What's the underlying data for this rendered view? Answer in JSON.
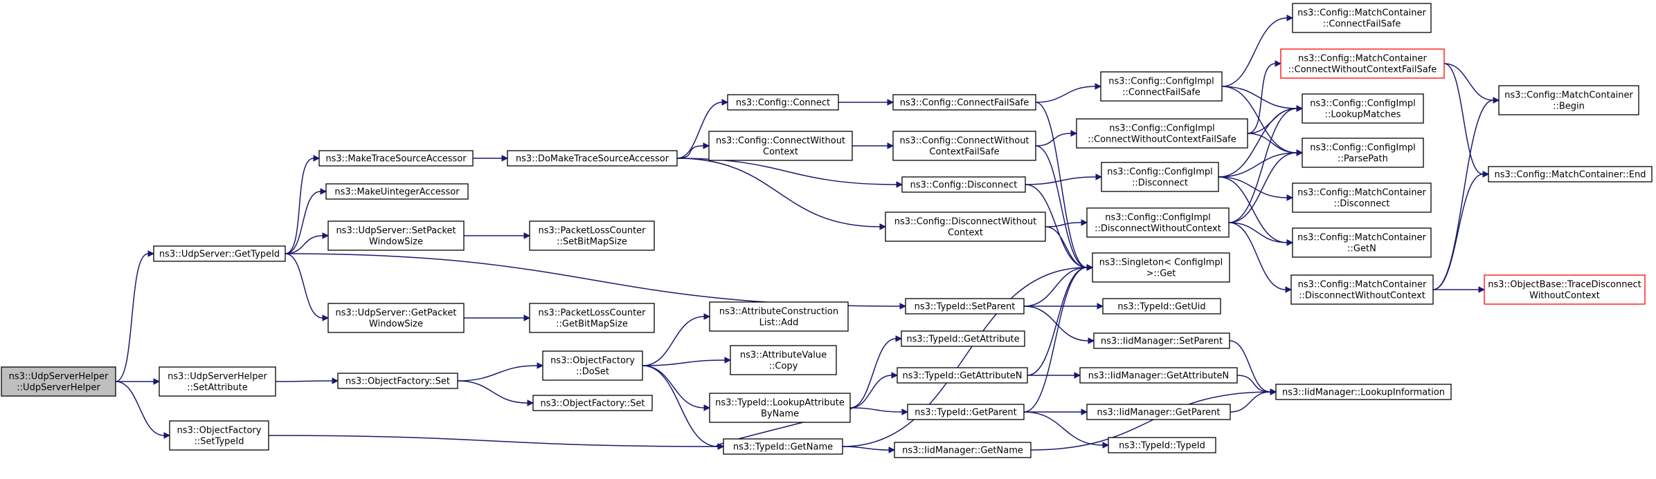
{
  "graph": {
    "edge_color": "#191970",
    "root_fill": "#bfbfbf",
    "highlight_stroke": "#ff0000",
    "nodes": [
      {
        "id": "root",
        "lines": [
          "ns3::UdpServerHelper",
          "::UdpServerHelper"
        ],
        "style": "root"
      },
      {
        "id": "getTypeId",
        "lines": [
          "ns3::UdpServer::GetTypeId"
        ]
      },
      {
        "id": "helperSetAttr",
        "lines": [
          "ns3::UdpServerHelper",
          "::SetAttribute"
        ]
      },
      {
        "id": "ofSetTypeId",
        "lines": [
          "ns3::ObjectFactory",
          "::SetTypeId"
        ]
      },
      {
        "id": "mkTSA",
        "lines": [
          "ns3::MakeTraceSourceAccessor"
        ]
      },
      {
        "id": "mkUint",
        "lines": [
          "ns3::MakeUintegerAccessor"
        ]
      },
      {
        "id": "setPktWin",
        "lines": [
          "ns3::UdpServer::SetPacket",
          "WindowSize"
        ]
      },
      {
        "id": "getPktWin",
        "lines": [
          "ns3::UdpServer::GetPacket",
          "WindowSize"
        ]
      },
      {
        "id": "ofSet1",
        "lines": [
          "ns3::ObjectFactory::Set"
        ]
      },
      {
        "id": "doMkTSA",
        "lines": [
          "ns3::DoMakeTraceSourceAccessor"
        ]
      },
      {
        "id": "plcSet",
        "lines": [
          "ns3::PacketLossCounter",
          "::SetBitMapSize"
        ]
      },
      {
        "id": "plcGet",
        "lines": [
          "ns3::PacketLossCounter",
          "::GetBitMapSize"
        ]
      },
      {
        "id": "ofDoSet",
        "lines": [
          "ns3::ObjectFactory",
          "::DoSet"
        ]
      },
      {
        "id": "ofSet2",
        "lines": [
          "ns3::ObjectFactory::Set"
        ]
      },
      {
        "id": "cfgConnect",
        "lines": [
          "ns3::Config::Connect"
        ]
      },
      {
        "id": "cfgConnectWO",
        "lines": [
          "ns3::Config::ConnectWithout",
          "Context"
        ]
      },
      {
        "id": "acListAdd",
        "lines": [
          "ns3::AttributeConstruction",
          "List::Add"
        ]
      },
      {
        "id": "avCopy",
        "lines": [
          "ns3::AttributeValue",
          "::Copy"
        ]
      },
      {
        "id": "lookupAttr",
        "lines": [
          "ns3::TypeId::LookupAttribute",
          "ByName"
        ]
      },
      {
        "id": "tidGetName",
        "lines": [
          "ns3::TypeId::GetName"
        ]
      },
      {
        "id": "cfgConnectFS",
        "lines": [
          "ns3::Config::ConnectFailSafe"
        ]
      },
      {
        "id": "cfgConnectWOFS",
        "lines": [
          "ns3::Config::ConnectWithout",
          "ContextFailSafe"
        ]
      },
      {
        "id": "cfgDisconnect",
        "lines": [
          "ns3::Config::Disconnect"
        ]
      },
      {
        "id": "cfgDisconnectWO",
        "lines": [
          "ns3::Config::DisconnectWithout",
          "Context"
        ]
      },
      {
        "id": "tidSetParent",
        "lines": [
          "ns3::TypeId::SetParent"
        ]
      },
      {
        "id": "tidGetAttr",
        "lines": [
          "ns3::TypeId::GetAttribute"
        ]
      },
      {
        "id": "tidGetAttrN",
        "lines": [
          "ns3::TypeId::GetAttributeN"
        ]
      },
      {
        "id": "tidGetParent",
        "lines": [
          "ns3::TypeId::GetParent"
        ]
      },
      {
        "id": "iidGetName",
        "lines": [
          "ns3::IidManager::GetName"
        ]
      },
      {
        "id": "ciConnectFS",
        "lines": [
          "ns3::Config::ConfigImpl",
          "::ConnectFailSafe"
        ]
      },
      {
        "id": "ciConnectWOFS",
        "lines": [
          "ns3::Config::ConfigImpl",
          "::ConnectWithoutContextFailSafe"
        ]
      },
      {
        "id": "ciDisconnect",
        "lines": [
          "ns3::Config::ConfigImpl",
          "::Disconnect"
        ]
      },
      {
        "id": "ciDisconnectWO",
        "lines": [
          "ns3::Config::ConfigImpl",
          "::DisconnectWithoutContext"
        ]
      },
      {
        "id": "singletonGet",
        "lines": [
          "ns3::Singleton< ConfigImpl",
          " >::Get"
        ]
      },
      {
        "id": "tidGetUid",
        "lines": [
          "ns3::TypeId::GetUid"
        ]
      },
      {
        "id": "iidSetParent",
        "lines": [
          "ns3::IidManager::SetParent"
        ]
      },
      {
        "id": "iidGetAttrN",
        "lines": [
          "ns3::IidManager::GetAttributeN"
        ]
      },
      {
        "id": "iidGetParent",
        "lines": [
          "ns3::IidManager::GetParent"
        ]
      },
      {
        "id": "tidTypeId",
        "lines": [
          "ns3::TypeId::TypeId"
        ]
      },
      {
        "id": "mcConnectFS",
        "lines": [
          "ns3::Config::MatchContainer",
          "::ConnectFailSafe"
        ]
      },
      {
        "id": "mcConnectWOFS",
        "lines": [
          "ns3::Config::MatchContainer",
          "::ConnectWithoutContextFailSafe"
        ],
        "style": "red"
      },
      {
        "id": "ciLookup",
        "lines": [
          "ns3::Config::ConfigImpl",
          "::LookupMatches"
        ]
      },
      {
        "id": "ciParsePath",
        "lines": [
          "ns3::Config::ConfigImpl",
          "::ParsePath"
        ]
      },
      {
        "id": "mcDisconnect",
        "lines": [
          "ns3::Config::MatchContainer",
          "::Disconnect"
        ]
      },
      {
        "id": "mcGetN",
        "lines": [
          "ns3::Config::MatchContainer",
          "::GetN"
        ]
      },
      {
        "id": "mcDisconnectWO",
        "lines": [
          "ns3::Config::MatchContainer",
          "::DisconnectWithoutContext"
        ]
      },
      {
        "id": "iidLookupInfo",
        "lines": [
          "ns3::IidManager::LookupInformation"
        ]
      },
      {
        "id": "mcBegin",
        "lines": [
          "ns3::Config::MatchContainer",
          "::Begin"
        ]
      },
      {
        "id": "mcEnd",
        "lines": [
          "ns3::Config::MatchContainer::End"
        ]
      },
      {
        "id": "obTraceDisconnect",
        "lines": [
          "ns3::ObjectBase::TraceDisconnect",
          "WithoutContext"
        ],
        "style": "red"
      }
    ],
    "edges": [
      [
        "root",
        "getTypeId"
      ],
      [
        "root",
        "helperSetAttr"
      ],
      [
        "root",
        "ofSetTypeId"
      ],
      [
        "getTypeId",
        "mkTSA"
      ],
      [
        "getTypeId",
        "mkUint"
      ],
      [
        "getTypeId",
        "setPktWin"
      ],
      [
        "getTypeId",
        "getPktWin"
      ],
      [
        "getTypeId",
        "tidSetParent"
      ],
      [
        "helperSetAttr",
        "ofSet1"
      ],
      [
        "ofSetTypeId",
        "tidGetName"
      ],
      [
        "mkTSA",
        "doMkTSA"
      ],
      [
        "setPktWin",
        "plcSet"
      ],
      [
        "getPktWin",
        "plcGet"
      ],
      [
        "ofSet1",
        "ofDoSet"
      ],
      [
        "ofSet1",
        "ofSet2"
      ],
      [
        "doMkTSA",
        "cfgConnect"
      ],
      [
        "doMkTSA",
        "cfgConnectWO"
      ],
      [
        "doMkTSA",
        "cfgDisconnect"
      ],
      [
        "doMkTSA",
        "cfgDisconnectWO"
      ],
      [
        "ofDoSet",
        "acListAdd"
      ],
      [
        "ofDoSet",
        "avCopy"
      ],
      [
        "ofDoSet",
        "lookupAttr"
      ],
      [
        "ofDoSet",
        "tidGetName"
      ],
      [
        "cfgConnect",
        "cfgConnectFS"
      ],
      [
        "cfgConnectWO",
        "cfgConnectWOFS"
      ],
      [
        "cfgConnectFS",
        "ciConnectFS"
      ],
      [
        "cfgConnectFS",
        "singletonGet"
      ],
      [
        "cfgConnectWOFS",
        "ciConnectWOFS"
      ],
      [
        "cfgConnectWOFS",
        "singletonGet"
      ],
      [
        "cfgDisconnect",
        "ciDisconnect"
      ],
      [
        "cfgDisconnect",
        "singletonGet"
      ],
      [
        "cfgDisconnectWO",
        "ciDisconnectWO"
      ],
      [
        "cfgDisconnectWO",
        "singletonGet"
      ],
      [
        "lookupAttr",
        "tidGetAttr"
      ],
      [
        "lookupAttr",
        "tidGetAttrN"
      ],
      [
        "lookupAttr",
        "tidGetParent"
      ],
      [
        "lookupAttr",
        "tidGetName"
      ],
      [
        "tidGetName",
        "singletonGet"
      ],
      [
        "tidGetName",
        "iidGetName"
      ],
      [
        "tidSetParent",
        "singletonGet"
      ],
      [
        "tidSetParent",
        "tidGetUid"
      ],
      [
        "tidSetParent",
        "iidSetParent"
      ],
      [
        "tidGetAttrN",
        "singletonGet"
      ],
      [
        "tidGetAttrN",
        "iidGetAttrN"
      ],
      [
        "tidGetParent",
        "singletonGet"
      ],
      [
        "tidGetParent",
        "iidGetParent"
      ],
      [
        "tidGetParent",
        "tidTypeId"
      ],
      [
        "iidGetName",
        "iidLookupInfo"
      ],
      [
        "iidSetParent",
        "iidLookupInfo"
      ],
      [
        "iidGetAttrN",
        "iidLookupInfo"
      ],
      [
        "iidGetParent",
        "iidLookupInfo"
      ],
      [
        "ciConnectFS",
        "mcConnectFS"
      ],
      [
        "ciConnectFS",
        "ciLookup"
      ],
      [
        "ciConnectFS",
        "ciParsePath"
      ],
      [
        "ciConnectWOFS",
        "mcConnectWOFS"
      ],
      [
        "ciConnectWOFS",
        "ciLookup"
      ],
      [
        "ciConnectWOFS",
        "ciParsePath"
      ],
      [
        "ciDisconnect",
        "ciLookup"
      ],
      [
        "ciDisconnect",
        "ciParsePath"
      ],
      [
        "ciDisconnect",
        "mcDisconnect"
      ],
      [
        "ciDisconnect",
        "mcGetN"
      ],
      [
        "ciDisconnectWO",
        "ciLookup"
      ],
      [
        "ciDisconnectWO",
        "ciParsePath"
      ],
      [
        "ciDisconnectWO",
        "mcGetN"
      ],
      [
        "ciDisconnectWO",
        "mcDisconnectWO"
      ],
      [
        "mcConnectWOFS",
        "mcBegin"
      ],
      [
        "mcConnectWOFS",
        "mcEnd"
      ],
      [
        "mcDisconnectWO",
        "mcBegin"
      ],
      [
        "mcDisconnectWO",
        "mcEnd"
      ],
      [
        "mcDisconnectWO",
        "obTraceDisconnect"
      ]
    ]
  }
}
